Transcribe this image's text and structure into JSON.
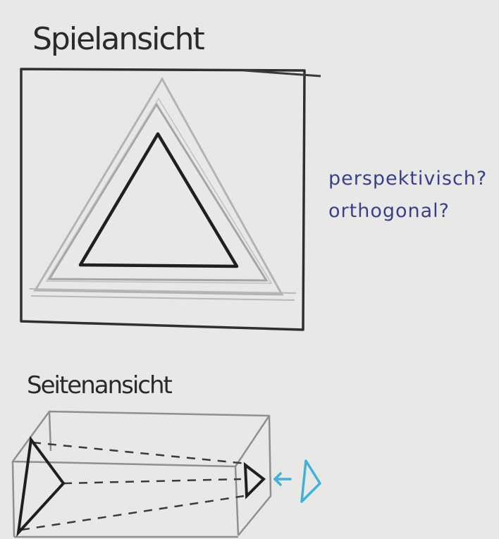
{
  "front_view": {
    "title": "Spielansicht",
    "notes": [
      "perspektivisch?",
      "orthogonal?"
    ]
  },
  "side_view": {
    "title": "Seitenansicht"
  },
  "colors": {
    "paper": "#e8e8e6",
    "pencil": "#2a2a2a",
    "pencil_light": "#a9a9a7",
    "pen_blue": "#3b3f8a",
    "eye_marker": "#3fb3d6"
  },
  "icons": {
    "viewer": "eye-arrow-icon"
  }
}
